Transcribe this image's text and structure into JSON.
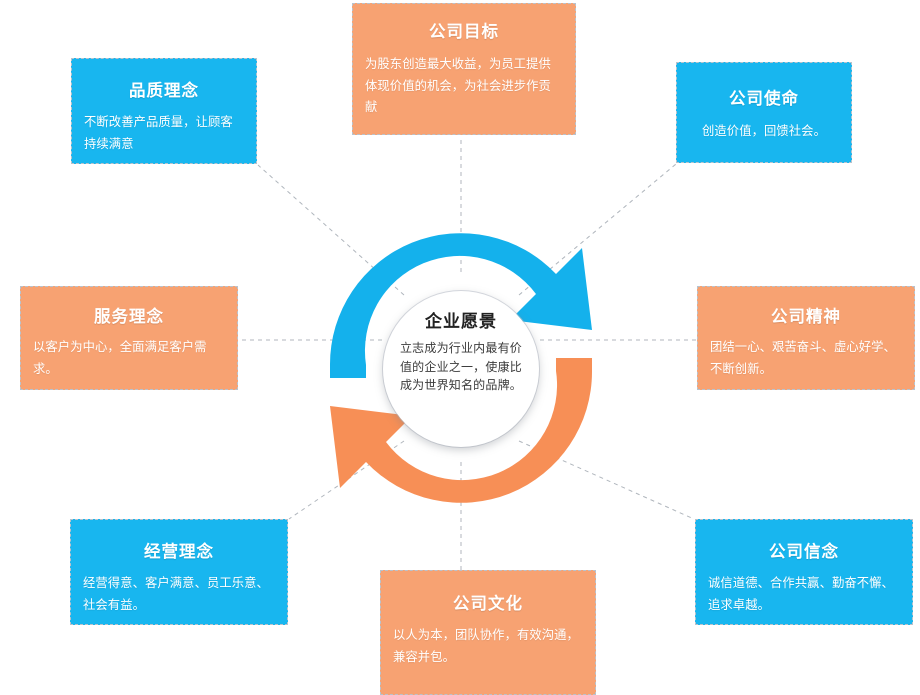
{
  "center": {
    "title": "企业愿景",
    "body": "立志成为行业内最有价值的企业之一，使康比成为世界知名的品牌。"
  },
  "colors": {
    "blue": "#18b6ef",
    "orange": "#f7a272",
    "arrow_blue": "#14b1ec",
    "arrow_orange": "#f78f56",
    "connector_line": "#b0b6bd",
    "box_border": "#b9c2cc",
    "background": "#ffffff",
    "title_text": "#ffffff",
    "center_title_text": "#222222"
  },
  "nodes": [
    {
      "id": "goal",
      "title": "公司目标",
      "body": "为股东创造最大收益，为员工提供体现价值的机会，为社会进步作贡献",
      "color": "orange"
    },
    {
      "id": "quality",
      "title": "品质理念",
      "body": "不断改善产品质量，让顾客持续满意",
      "color": "blue"
    },
    {
      "id": "mission",
      "title": "公司使命",
      "body": "创造价值，回馈社会。",
      "color": "blue"
    },
    {
      "id": "service",
      "title": "服务理念",
      "body": "以客户为中心，全面满足客户需求。",
      "color": "orange"
    },
    {
      "id": "spirit",
      "title": "公司精神",
      "body": "团结一心、艰苦奋斗、虚心好学、不断创新。",
      "color": "orange"
    },
    {
      "id": "operation",
      "title": "经营理念",
      "body": "经营得意、客户满意、员工乐意、社会有益。",
      "color": "blue"
    },
    {
      "id": "belief",
      "title": "公司信念",
      "body": "诚信道德、合作共赢、勤奋不懈、追求卓越。",
      "color": "blue"
    },
    {
      "id": "culture",
      "title": "公司文化",
      "body": "以人为本，团队协作，有效沟通，兼容并包。",
      "color": "orange"
    }
  ],
  "arrows": {
    "top_arc": {
      "name": "clockwise-blue-arrow",
      "color": "#14b1ec",
      "direction": "clockwise",
      "span_degrees": 180
    },
    "bottom_arc": {
      "name": "clockwise-orange-arrow",
      "color": "#f78f56",
      "direction": "clockwise",
      "span_degrees": 180
    }
  },
  "connectors": {
    "style": "dashed",
    "count": 8
  }
}
